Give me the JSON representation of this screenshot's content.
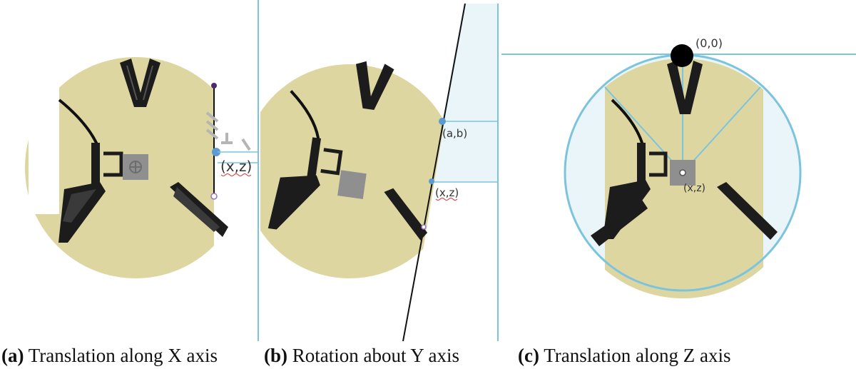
{
  "colors": {
    "board": "#ddd6a0",
    "board_shade": "#c9bf7d",
    "guide": "#7cc4de",
    "guide_fill": "#eaf5fa",
    "claw": "#1c1c1c",
    "center_block": "#8f8f8f",
    "point": "#5b9bd5"
  },
  "panel_a": {
    "point_label": "(x,z)",
    "caption_letter": "(a)",
    "caption_text": " Translation along X axis"
  },
  "panel_b": {
    "point_upper_label": "(a,b)",
    "point_lower_label": "(x,z)",
    "caption_letter": "(b)",
    "caption_text": " Rotation about Y axis"
  },
  "panel_c": {
    "origin_label": "(0,0)",
    "center_label": "(x,z)",
    "caption_letter": "(c)",
    "caption_text": " Translation along Z axis"
  }
}
